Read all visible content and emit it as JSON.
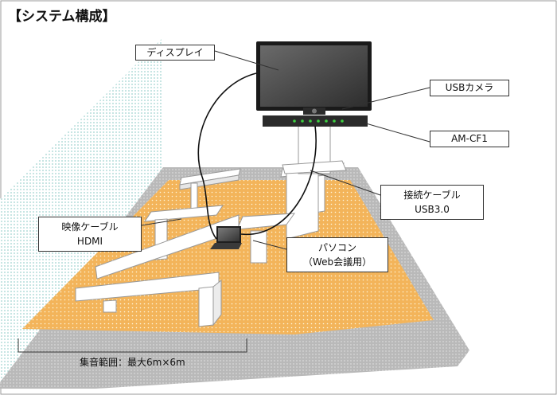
{
  "title": "【システム構成】",
  "labels": {
    "display": "ディスプレイ",
    "usb_camera": "USBカメラ",
    "am_cf1": "AM-CF1",
    "connection_cable_line1": "接続ケーブル",
    "connection_cable_line2": "USB3.0",
    "video_cable_line1": "映像ケーブル",
    "video_cable_line2": "HDMI",
    "pc_line1": "パソコン",
    "pc_line2": "（Web会議用）"
  },
  "pickup_range": "集音範囲：最大6m×6m",
  "colors": {
    "floor_orange": "#f3b45a",
    "floor_gray": "#b9b9b9",
    "wall_teal": "#cfe8e6",
    "display_screen": "#4a4a4a",
    "device_dark": "#2b2b2b",
    "led_green": "#3cd040"
  }
}
